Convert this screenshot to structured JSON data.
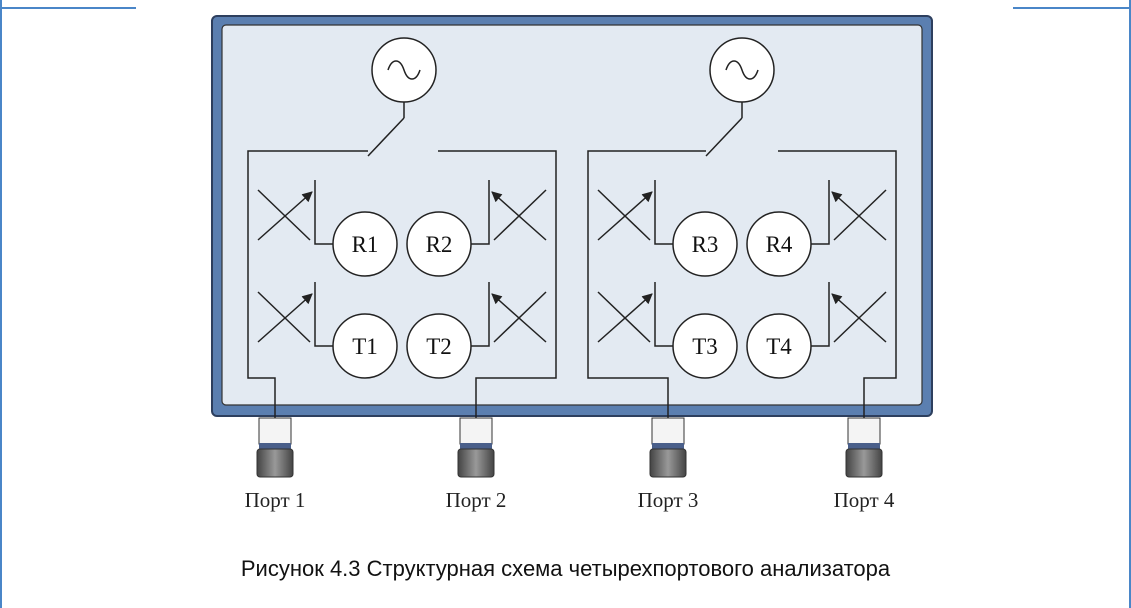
{
  "receivers": [
    "R1",
    "R2",
    "R3",
    "R4"
  ],
  "testers": [
    "T1",
    "T2",
    "T3",
    "T4"
  ],
  "ports": [
    "Порт 1",
    "Порт 2",
    "Порт 3",
    "Порт 4"
  ],
  "caption": "Рисунок 4.3 Структурная схема четырехпортового анализатора",
  "colors": {
    "frame": "#5b7fb0",
    "panel": "#e3eaf2",
    "accent": "#4a86c8"
  }
}
